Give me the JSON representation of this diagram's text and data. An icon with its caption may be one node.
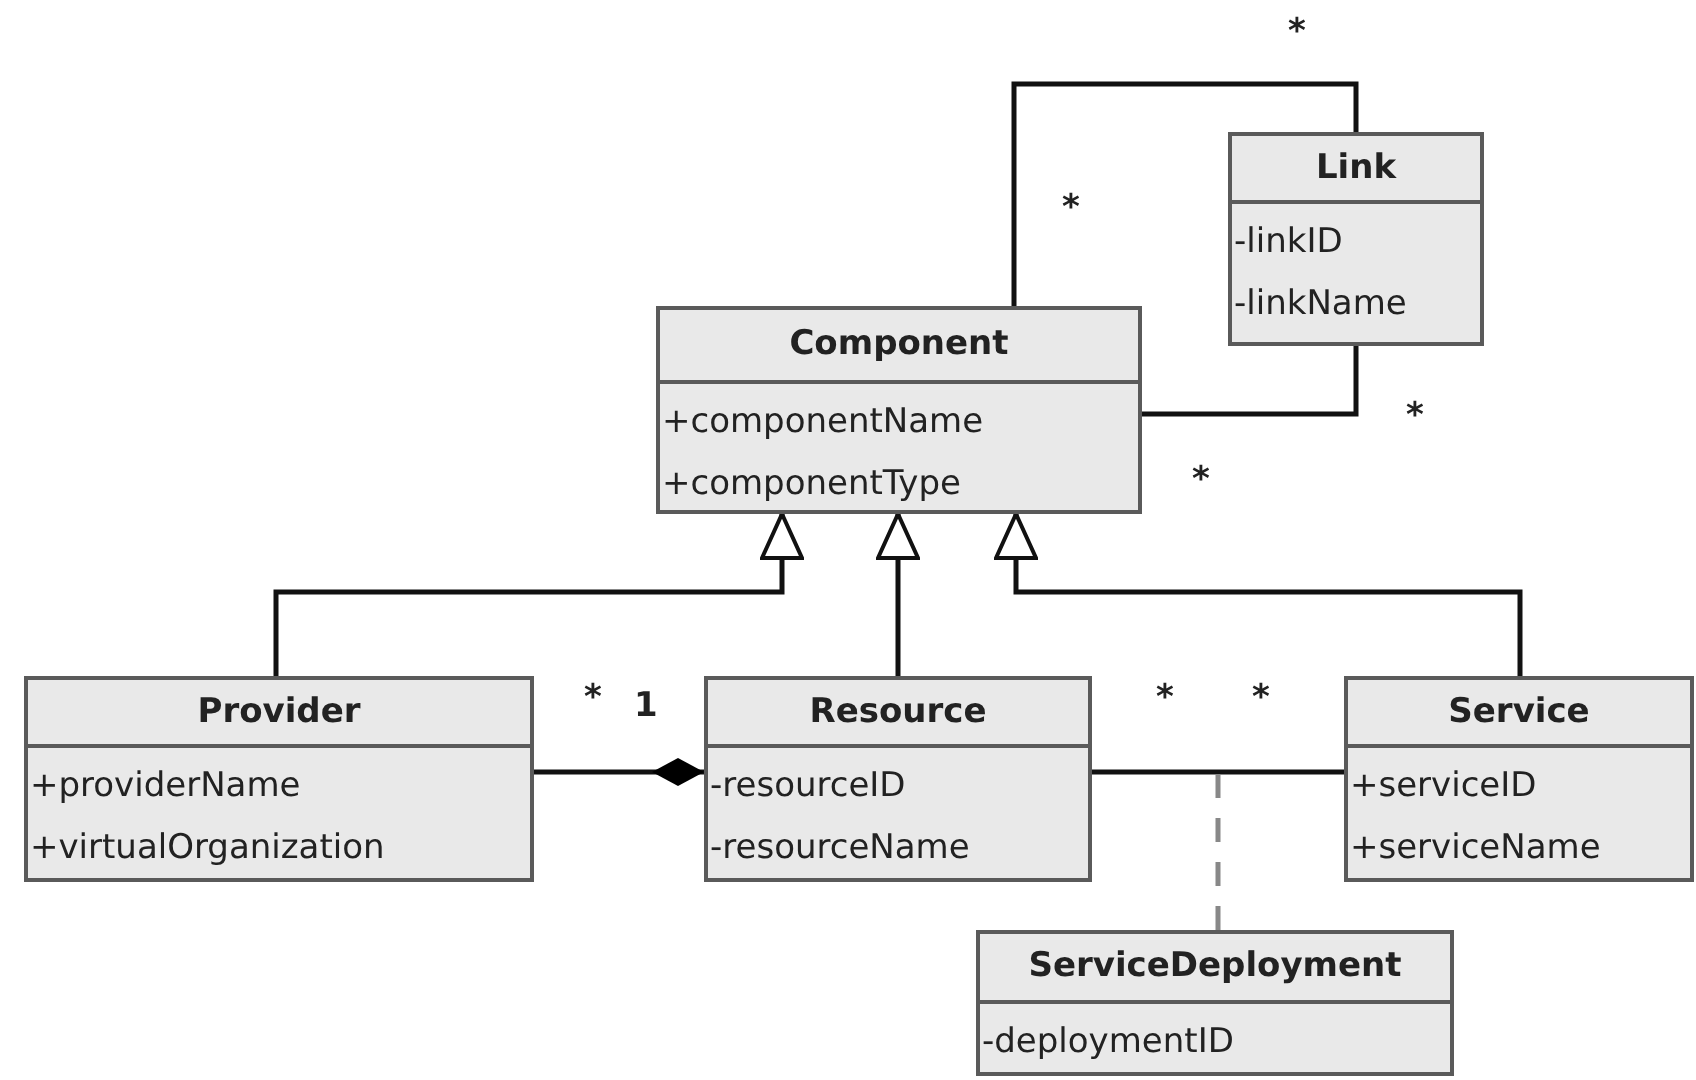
{
  "diagram": {
    "nodes": [
      {
        "text": [
          "Link",
          "-linkID",
          "-linkName"
        ]
      },
      {
        "text": [
          "Component",
          "+componentName",
          "+componentType"
        ]
      },
      {
        "text": [
          "Provider",
          "+providerName",
          "+virtualOrganization"
        ]
      },
      {
        "text": [
          "Resource",
          "-resourceID",
          "-resourceName"
        ]
      },
      {
        "text": [
          "Service",
          "+serviceID",
          "+serviceName"
        ]
      },
      {
        "text": [
          "ServiceDeployment",
          "-deploymentID"
        ]
      }
    ],
    "edges": [
      {
        "from": 1,
        "to": 0,
        "arrow": "none"
      },
      {
        "from": 1,
        "to": 0,
        "arrow": "none"
      },
      {
        "from": 2,
        "to": 1,
        "arrow": "to"
      },
      {
        "from": 3,
        "to": 1,
        "arrow": "to"
      },
      {
        "from": 4,
        "to": 1,
        "arrow": "to"
      },
      {
        "from": 2,
        "to": 3,
        "arrow": "other"
      },
      {
        "from": 3,
        "to": 4,
        "arrow": "none"
      },
      {
        "from": 5,
        "to": null,
        "arrow": "none",
        "style": "dashed",
        "color": "#888888"
      }
    ],
    "labels": [
      "*",
      "*",
      "*",
      "*",
      "*",
      "1",
      "*",
      "*"
    ]
  }
}
